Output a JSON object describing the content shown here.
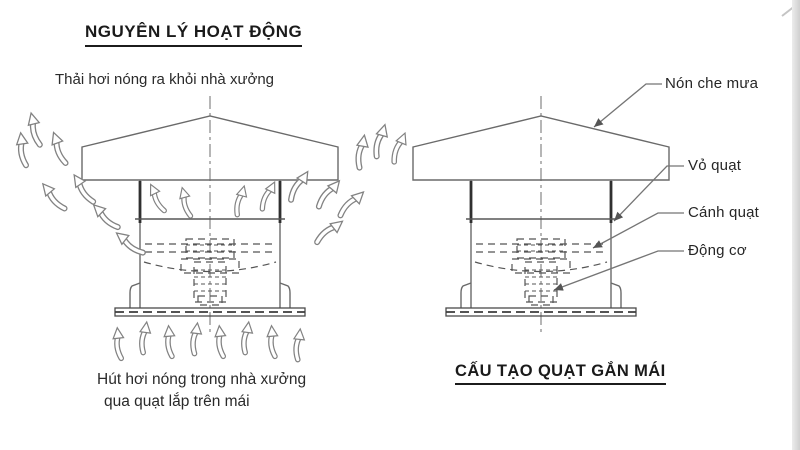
{
  "colors": {
    "background": "#ffffff",
    "line": "#6a6a6a",
    "line_dark": "#303030",
    "text": "#1c1c1c",
    "edge_band": "#cfcfcf"
  },
  "left_section": {
    "title": "NGUYÊN LÝ HOẠT ĐỘNG",
    "subtitle": "Thải hơi nóng ra khỏi nhà xưởng",
    "caption_line1": "Hút hơi nóng trong nhà xưởng",
    "caption_line2": "qua quạt lắp trên mái"
  },
  "right_section": {
    "title": "CẤU TẠO QUẠT GẮN MÁI",
    "labels": [
      "Nón che mưa",
      "Vỏ quạt",
      "Cánh quạt",
      "Động cơ"
    ]
  },
  "diagram": {
    "type": "technical-line-drawing",
    "subject": "roof-mounted ventilation fan",
    "left_fan": "fan with airflow arrows (exhaust out top sides, intake from below)",
    "right_fan": "fan structure with part callouts"
  }
}
